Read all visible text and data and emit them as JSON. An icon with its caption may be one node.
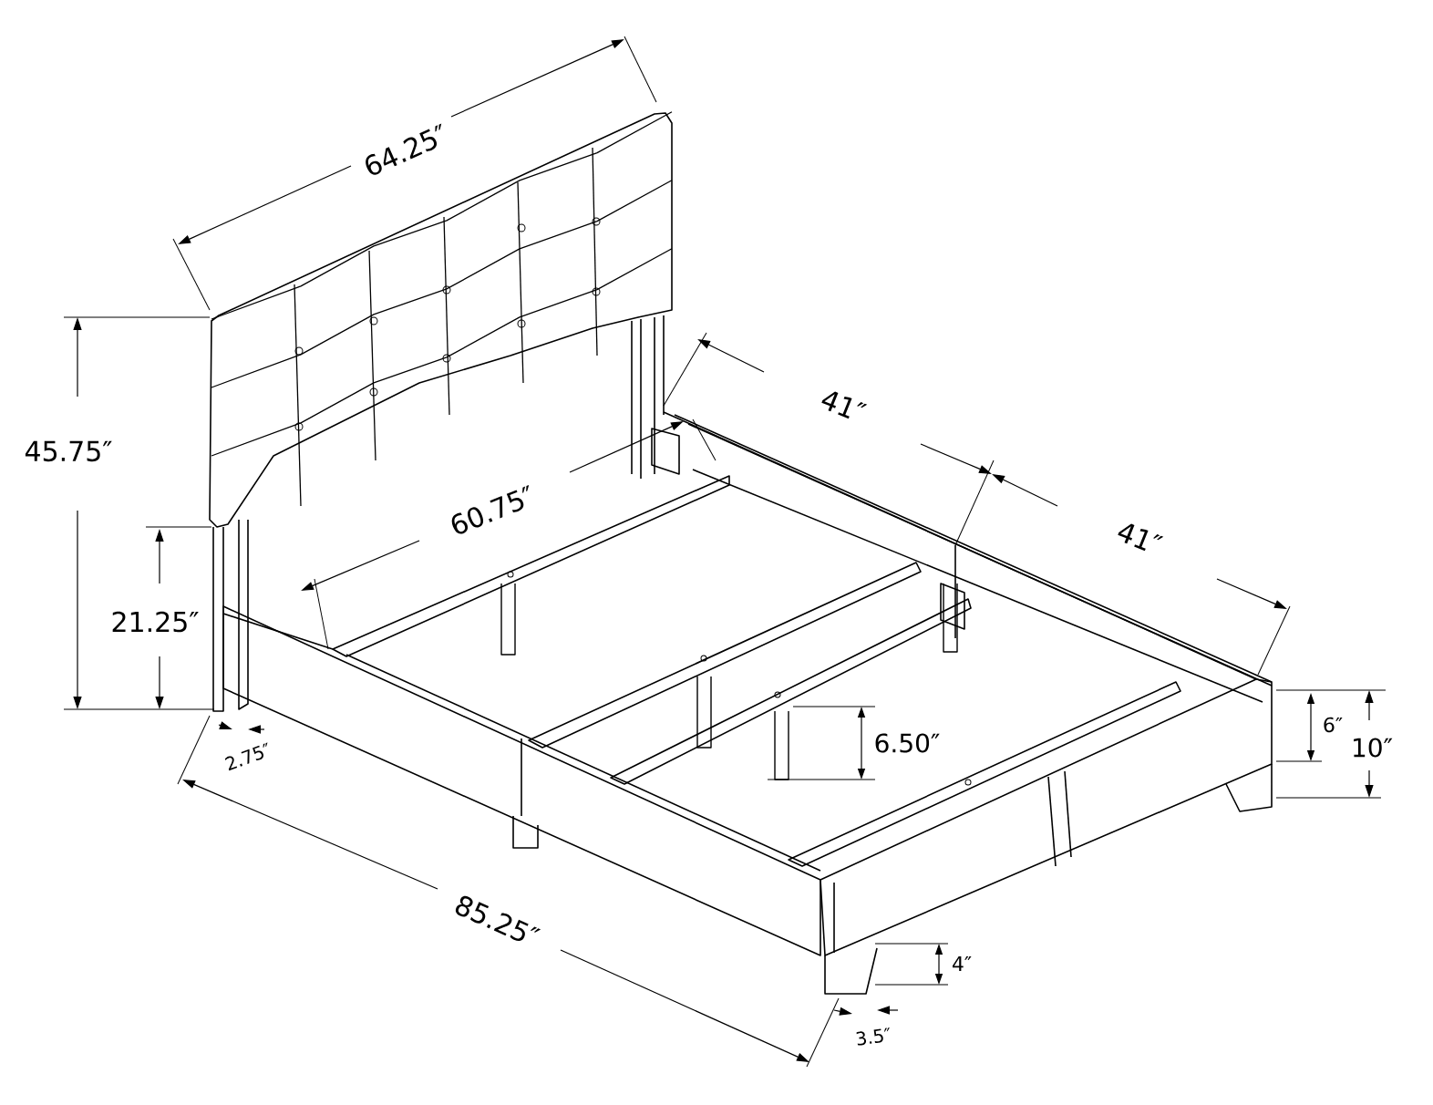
{
  "diagram": {
    "labels": [
      "64.25″",
      "41″",
      "45.75″",
      "60.75″",
      "41″",
      "21.25″",
      "6″",
      "2.75″",
      "6.50″",
      "10″",
      "85.25″",
      "4″",
      "3.5″"
    ]
  }
}
